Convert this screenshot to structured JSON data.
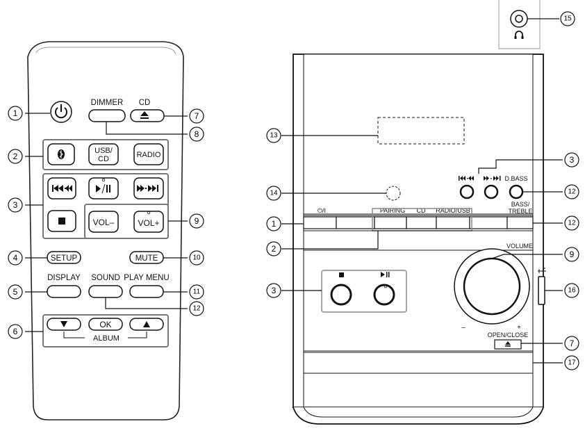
{
  "remote": {
    "dimmer": "DIMMER",
    "cd": "CD",
    "usb_cd_line1": "USB/",
    "usb_cd_line2": "CD",
    "radio": "RADIO",
    "vol_minus": "VOL–",
    "vol_plus": "VOL+",
    "setup": "SETUP",
    "mute": "MUTE",
    "display": "DISPLAY",
    "sound": "SOUND",
    "play_menu": "PLAY MENU",
    "ok": "OK",
    "album": "ALBUM"
  },
  "unit": {
    "power": "⏻/I",
    "pairing": "PAIRING",
    "cd": "CD",
    "radio_usb": "RADIO/USB",
    "dbass": "D.BASS",
    "bass_treble_line1": "BASS/",
    "bass_treble_line2": "TREBLE",
    "volume": "VOLUME",
    "vol_minus_mark": "–",
    "vol_plus_mark": "+",
    "open_close": "OPEN/CLOSE"
  },
  "callouts": {
    "c1": "1",
    "c2": "2",
    "c3": "3",
    "c4": "4",
    "c5": "5",
    "c6": "6",
    "c7": "7",
    "c8": "8",
    "c9": "9",
    "c10": "10",
    "c11": "11",
    "c12": "12",
    "c13": "13",
    "c14": "14",
    "c15": "15",
    "c16": "16",
    "c17": "17"
  },
  "icons": {
    "power": "power-icon",
    "eject": "eject-icon",
    "bluetooth": "bluetooth-icon",
    "skip_back": "skip-back-icon",
    "play_pause": "play-pause-icon",
    "skip_fwd": "skip-forward-icon",
    "stop": "stop-icon",
    "down": "arrow-down-icon",
    "up": "arrow-up-icon",
    "headphones": "headphones-icon",
    "usb": "usb-icon"
  }
}
